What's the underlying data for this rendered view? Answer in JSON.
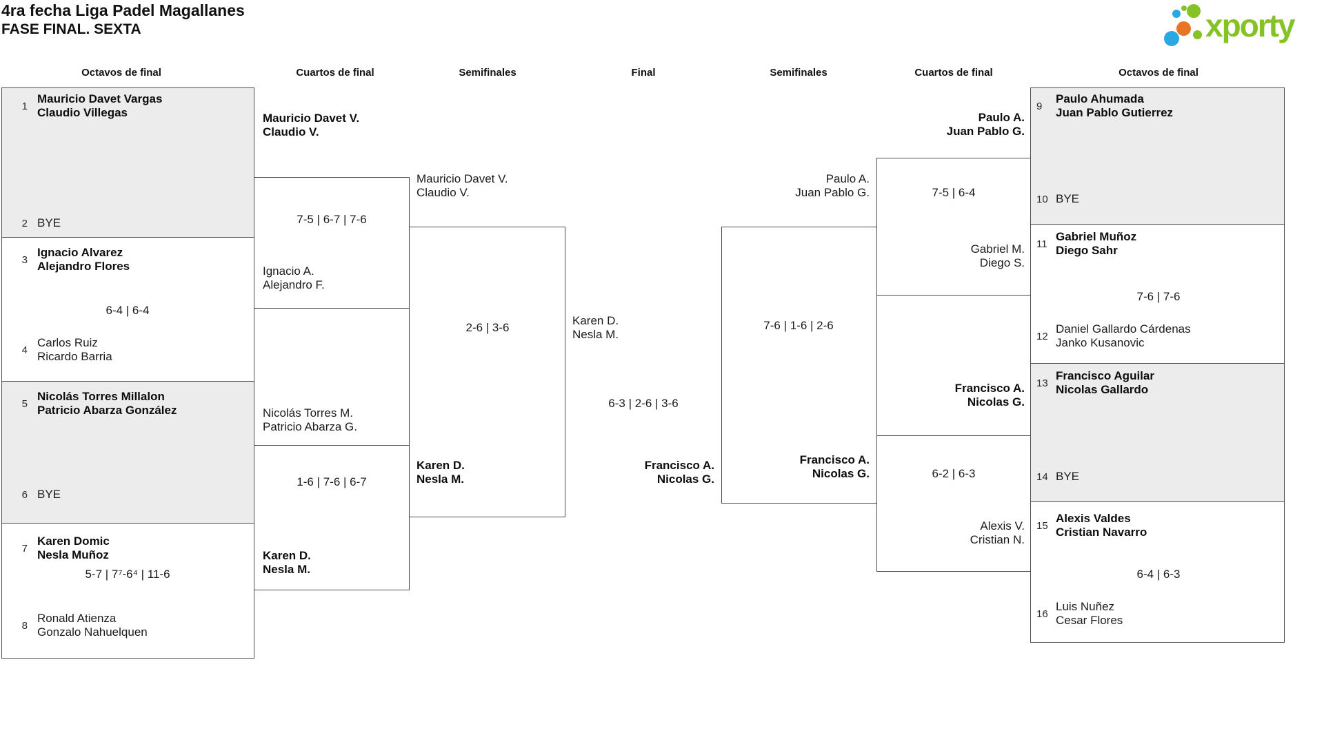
{
  "title": {
    "line1": "4ra fecha Liga Padel Magallanes",
    "line2": "FASE FINAL. SEXTA"
  },
  "logo": {
    "brand": "xporty"
  },
  "headers": [
    "Octavos de final",
    "Cuartos de final",
    "Semifinales",
    "Final",
    "Semifinales",
    "Cuartos de final",
    "Octavos de final"
  ],
  "colors": {
    "accent_green": "#84c225",
    "dot_blue": "#29a8e1",
    "dot_orange": "#e87425",
    "bye_fill": "#ececec",
    "line": "#4a4a4a"
  },
  "left_octavos": {
    "s1": {
      "num": "1",
      "a": "Mauricio Davet Vargas",
      "b": "Claudio Villegas"
    },
    "s2": {
      "num": "2",
      "a": "BYE"
    },
    "s3": {
      "num": "3",
      "a": "Ignacio Alvarez",
      "b": "Alejandro Flores"
    },
    "m2_score": "6-4 | 6-4",
    "s4": {
      "num": "4",
      "a": "Carlos Ruiz",
      "b": "Ricardo Barria"
    },
    "s5": {
      "num": "5",
      "a": "Nicolás Torres Millalon",
      "b": "Patricio Abarza González"
    },
    "s6": {
      "num": "6",
      "a": "BYE"
    },
    "s7": {
      "num": "7",
      "a": "Karen Domic",
      "b": "Nesla Muñoz"
    },
    "m4_score": "5-7 | 7⁷-6⁴ | 11-6",
    "s8": {
      "num": "8",
      "a": "Ronald Atienza",
      "b": "Gonzalo Nahuelquen"
    }
  },
  "left_quarters": {
    "m1": {
      "top_a": "Mauricio Davet V.",
      "top_b": "Claudio V.",
      "score": "7-5 | 6-7 | 7-6",
      "bot_a": "Ignacio A.",
      "bot_b": "Alejandro F."
    },
    "m2": {
      "top_a": "Nicolás Torres M.",
      "top_b": "Patricio Abarza G.",
      "score": "1-6 | 7-6 | 6-7",
      "bot_a": "Karen D.",
      "bot_b": "Nesla M."
    }
  },
  "left_semifinal": {
    "top_a": "Mauricio Davet V.",
    "top_b": "Claudio V.",
    "score": "2-6 | 3-6",
    "bot_a": "Karen D.",
    "bot_b": "Nesla M."
  },
  "final": {
    "top_a": "Karen D.",
    "top_b": "Nesla M.",
    "score": "6-3 | 2-6 | 3-6",
    "bot_a": "Francisco A.",
    "bot_b": "Nicolas G."
  },
  "right_semifinal": {
    "top_a": "Paulo A.",
    "top_b": "Juan Pablo G.",
    "score": "7-6 | 1-6 | 2-6",
    "bot_a": "Francisco A.",
    "bot_b": "Nicolas G."
  },
  "right_quarters": {
    "m1": {
      "top_a": "Paulo A.",
      "top_b": "Juan Pablo G.",
      "score": "7-5 | 6-4",
      "bot_a": "Gabriel M.",
      "bot_b": "Diego S."
    },
    "m2": {
      "top_a": "Francisco A.",
      "top_b": "Nicolas G.",
      "score": "6-2 | 6-3",
      "bot_a": "Alexis V.",
      "bot_b": "Cristian N."
    }
  },
  "right_octavos": {
    "s9": {
      "num": "9",
      "a": "Paulo Ahumada",
      "b": "Juan Pablo Gutierrez"
    },
    "s10": {
      "num": "10",
      "a": "BYE"
    },
    "s11": {
      "num": "11",
      "a": "Gabriel Muñoz",
      "b": "Diego Sahr"
    },
    "m2_score": "7-6 | 7-6",
    "s12": {
      "num": "12",
      "a": "Daniel Gallardo Cárdenas",
      "b": "Janko Kusanovic"
    },
    "s13": {
      "num": "13",
      "a": "Francisco Aguilar",
      "b": "Nicolas Gallardo"
    },
    "s14": {
      "num": "14",
      "a": "BYE"
    },
    "s15": {
      "num": "15",
      "a": "Alexis Valdes",
      "b": "Cristian Navarro"
    },
    "m4_score": "6-4 | 6-3",
    "s16": {
      "num": "16",
      "a": "Luis Nuñez",
      "b": "Cesar Flores"
    }
  }
}
